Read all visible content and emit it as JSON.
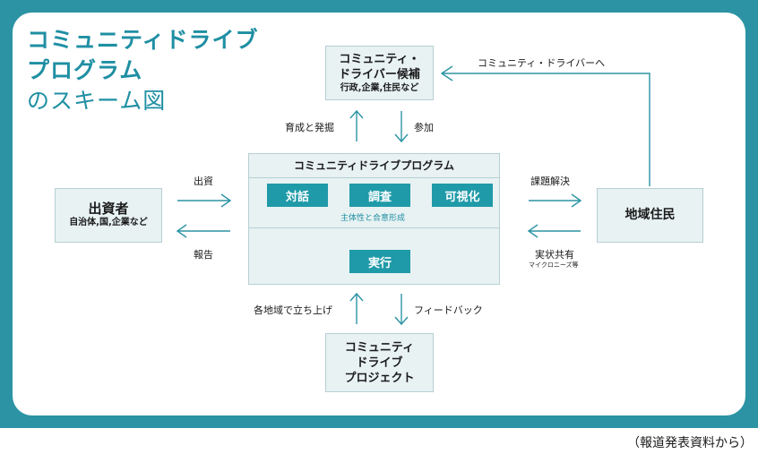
{
  "title": {
    "line1": "コミュニティドライブ",
    "line2": "プログラム",
    "line3": "のスキーム図"
  },
  "boxes": {
    "candidates": {
      "main1": "コミュニティ・",
      "main2": "ドライバー候補",
      "sub": "行政,企業,住民など"
    },
    "investor": {
      "main": "出資者",
      "sub": "自治体,国,企業など"
    },
    "residents": {
      "main": "地域住民"
    },
    "project": {
      "line1": "コミュニティ",
      "line2": "ドライブ",
      "line3": "プロジェクト"
    }
  },
  "program": {
    "title": "コミュニティドライブプログラム",
    "pills": {
      "dialogue": "対話",
      "research": "調査",
      "visualize": "可視化",
      "execute": "実行"
    },
    "note": "主体性と合意形成"
  },
  "labels": {
    "to_driver": "コミュニティ・ドライバーへ",
    "nurture": "育成と発掘",
    "participate": "参加",
    "invest": "出資",
    "report": "報告",
    "issue": "課題解決",
    "share": "実状共有",
    "share_sub": "マイクロニーズ等",
    "launch": "各地域で立ち上げ",
    "feedback": "フィードバック"
  },
  "source": "（報道発表資料から）",
  "colors": {
    "frame": "#2b93a4",
    "accent": "#1f9aa8",
    "box": "#e8f2f3"
  }
}
